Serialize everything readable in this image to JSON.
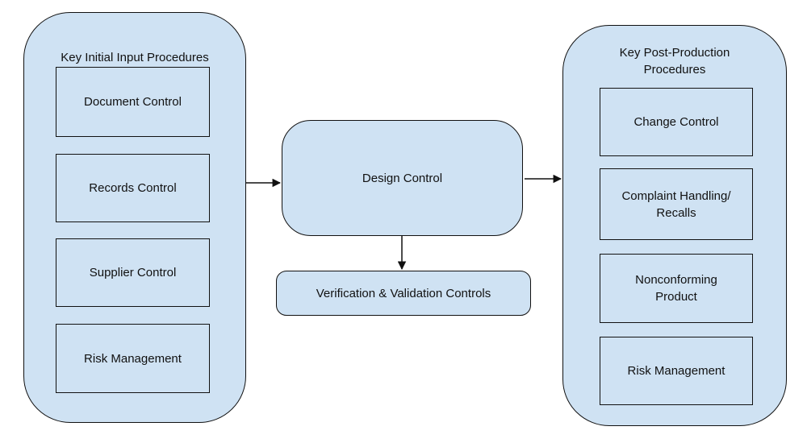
{
  "colors": {
    "shape_fill": "#cfe2f3",
    "shape_border": "#111111",
    "text": "#111111",
    "background": "#ffffff"
  },
  "left_group": {
    "title": "Key Initial Input Procedures",
    "items": [
      "Document Control",
      "Records Control",
      "Supplier Control",
      "Risk Management"
    ]
  },
  "center": {
    "main": "Design Control",
    "secondary": "Verification & Validation Controls"
  },
  "right_group": {
    "title": "Key Post-Production\nProcedures",
    "items": [
      "Change Control",
      "Complaint Handling/\nRecalls",
      "Nonconforming\nProduct",
      "Risk Management"
    ]
  },
  "connections": [
    {
      "from": "Key Initial Input Procedures",
      "to": "Design Control"
    },
    {
      "from": "Design Control",
      "to": "Key Post-Production Procedures"
    },
    {
      "from": "Design Control",
      "to": "Verification & Validation Controls"
    }
  ]
}
